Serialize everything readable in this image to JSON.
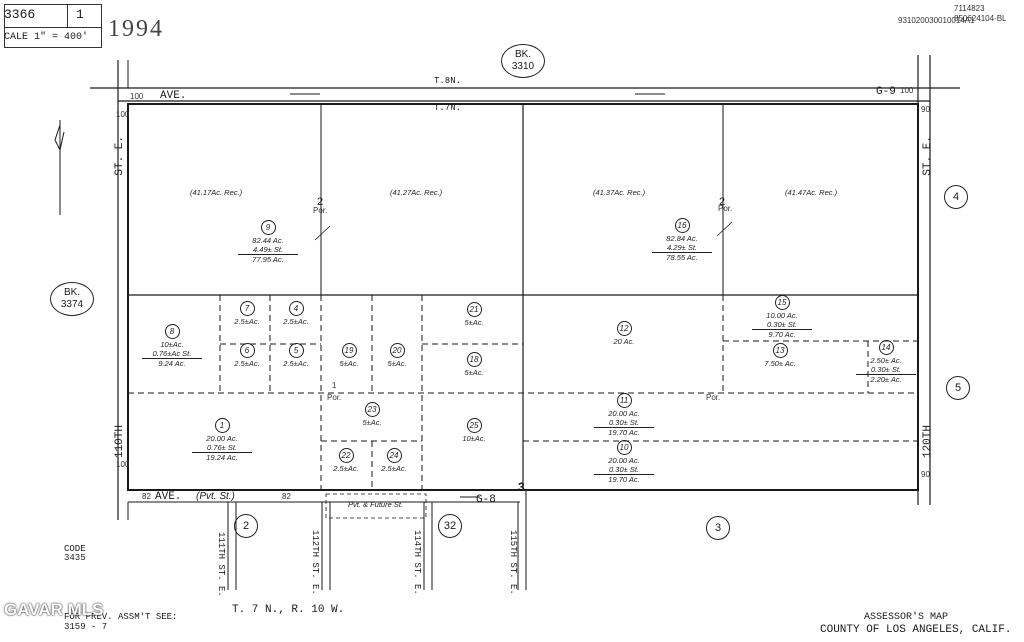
{
  "header": {
    "page_number": "3366",
    "sheet_number": "1",
    "scale": "CALE 1\" = 400'",
    "year": "1994",
    "ref_codes": [
      "7114823",
      "850624104-BL",
      "931020030010014A1"
    ]
  },
  "book_refs": [
    {
      "label": "BK.",
      "number": "3310"
    },
    {
      "label": "BK.",
      "number": "3374"
    }
  ],
  "township": {
    "north": "T.8N.",
    "south": "T.7N."
  },
  "streets": {
    "top_ave": "AVE.",
    "top_ave_code": "G-9",
    "bottom_ave": "AVE.",
    "bottom_ave_note": "(Pvt. St.)",
    "bottom_ave_code": "G-8",
    "west_st": "ST. E.",
    "west_st_name": "110TH",
    "east_st": "ST. E.",
    "east_st_name": "120TH",
    "future_st": "Pvt. & Future St.",
    "south_streets": [
      "111TH ST. E.",
      "112TH ST. E.",
      "114TH ST. E.",
      "115TH ST. E."
    ]
  },
  "dimensions": {
    "top_left": "100",
    "top_right": "100",
    "right_top": "90",
    "right_bottom": "90",
    "left_top": "100",
    "left_bottom": "100",
    "bottom_left": "82",
    "bottom_mid": "82"
  },
  "quarter_sections": [
    {
      "rec": "(41.17Ac. Rec.)"
    },
    {
      "rec": "(41.27Ac. Rec.)"
    },
    {
      "rec": "(41.37Ac. Rec.)"
    },
    {
      "rec": "(41.47Ac. Rec.)"
    }
  ],
  "section_labels": {
    "left": "2",
    "left_suffix": "Por.",
    "right": "2",
    "right_suffix": "Por.",
    "bottom": "3",
    "por1": "Por.",
    "por2": "Por.",
    "marker": "1"
  },
  "parcels": [
    {
      "num": "9",
      "lines": [
        "82.44 Ac.",
        "4.49± St.",
        "77.95 Ac."
      ]
    },
    {
      "num": "16",
      "lines": [
        "82.84 Ac.",
        "4.29± St.",
        "78.55 Ac."
      ]
    },
    {
      "num": "8",
      "lines": [
        "10±Ac.",
        "0.76±Ac St.",
        "9.24 Ac."
      ]
    },
    {
      "num": "7",
      "lines": [
        "2.5±Ac."
      ]
    },
    {
      "num": "4",
      "lines": [
        "2.5±Ac."
      ]
    },
    {
      "num": "6",
      "lines": [
        "2.5±Ac."
      ]
    },
    {
      "num": "5",
      "lines": [
        "2.5±Ac."
      ]
    },
    {
      "num": "19",
      "lines": [
        "5±Ac."
      ]
    },
    {
      "num": "20",
      "lines": [
        "5±Ac."
      ]
    },
    {
      "num": "21",
      "lines": [
        "5±Ac."
      ]
    },
    {
      "num": "18",
      "lines": [
        "5±Ac."
      ]
    },
    {
      "num": "12",
      "lines": [
        "20 Ac."
      ]
    },
    {
      "num": "15",
      "lines": [
        "10.00 Ac.",
        "0.30± St.",
        "9.70 Ac."
      ]
    },
    {
      "num": "13",
      "lines": [
        "7.50± Ac."
      ]
    },
    {
      "num": "14",
      "lines": [
        "2.50± Ac.",
        "0.30± St.",
        "2.20± Ac."
      ]
    },
    {
      "num": "1",
      "lines": [
        "20.00 Ac.",
        "0.76± St.",
        "19.24 Ac."
      ]
    },
    {
      "num": "23",
      "lines": [
        "5±Ac."
      ]
    },
    {
      "num": "25",
      "lines": [
        "10±Ac."
      ]
    },
    {
      "num": "22",
      "lines": [
        "2.5±Ac."
      ]
    },
    {
      "num": "24",
      "lines": [
        "2.5±Ac."
      ]
    },
    {
      "num": "11",
      "lines": [
        "20.00 Ac.",
        "0.30± St.",
        "19.70 Ac."
      ]
    },
    {
      "num": "10",
      "lines": [
        "20.00 Ac.",
        "0.30± St.",
        "19.70 Ac."
      ]
    }
  ],
  "adjacent_pages": [
    "4",
    "5",
    "2",
    "32",
    "3"
  ],
  "footer": {
    "code_label": "CODE",
    "code_value": "3435",
    "prev_assmt": "FOR PREV. ASSM'T SEE:",
    "prev_assmt_value": "3159 - 7",
    "township_range": "T. 7 N., R. 10 W.",
    "map_title": "ASSESSOR'S MAP",
    "county": "COUNTY OF LOS ANGELES, CALIF."
  },
  "watermark": "GAVAR MLS"
}
